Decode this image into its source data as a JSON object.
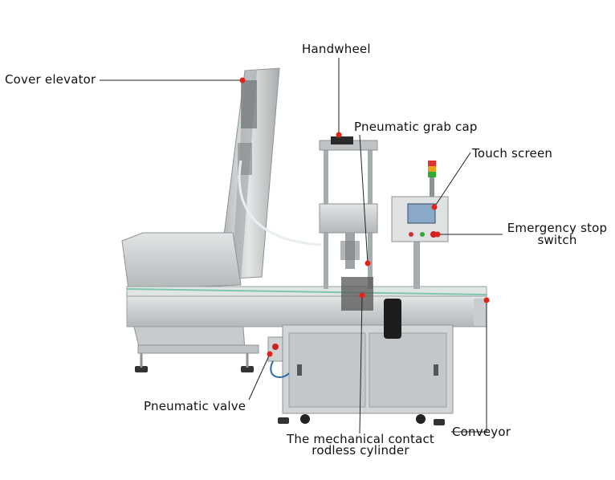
{
  "labels": {
    "cover_elevator": "Cover elevator",
    "handwheel": "Handwheel",
    "pneumatic_grab_cap": "Pneumatic grab cap",
    "touch_screen": "Touch screen",
    "emergency_stop_line1": "Emergency stop",
    "emergency_stop_line2": "switch",
    "pneumatic_valve": "Pneumatic valve",
    "conveyor": "Conveyor",
    "rodless_line1": "The mechanical contact",
    "rodless_line2": "rodless cylinder"
  },
  "colors": {
    "marker": "#e3231b",
    "leader": "#222222",
    "steel_light": "#d9dcdd",
    "steel_mid": "#b9bdbf",
    "steel_dark": "#8e9396",
    "belt_green": "#7fc7a8"
  }
}
